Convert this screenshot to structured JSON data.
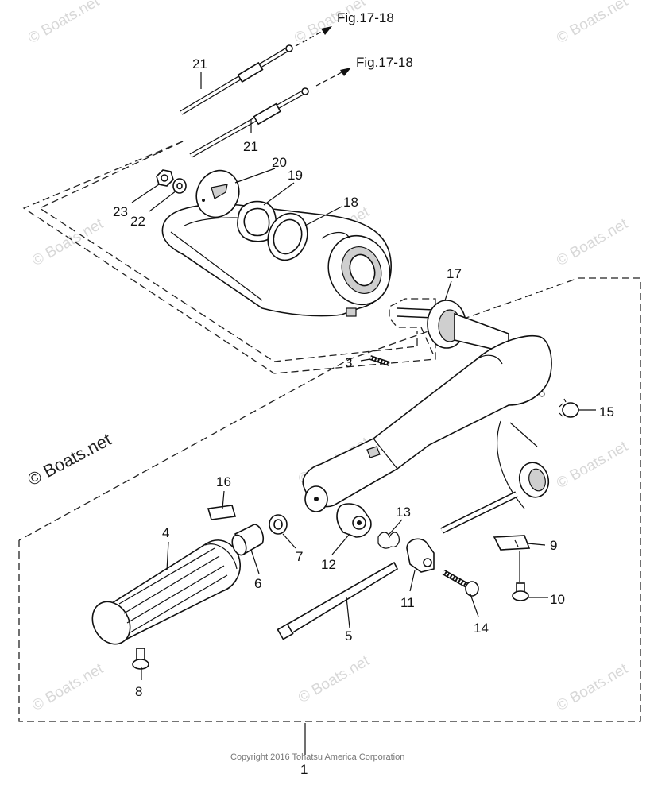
{
  "figure_refs": {
    "upper": "Fig.17-18",
    "lower": "Fig.17-18"
  },
  "callouts": {
    "p1": "1",
    "p3": "3",
    "p4": "4",
    "p5": "5",
    "p6": "6",
    "p7": "7",
    "p8": "8",
    "p9": "9",
    "p10": "10",
    "p11": "11",
    "p12": "12",
    "p13": "13",
    "p14": "14",
    "p15": "15",
    "p16": "16",
    "p17": "17",
    "p18": "18",
    "p19": "19",
    "p20": "20",
    "p21a": "21",
    "p21b": "21",
    "p22": "22",
    "p23": "23"
  },
  "watermark": {
    "main": "© Boats.net",
    "faint": "© Boats.net"
  },
  "copyright": "Copyright 2016 Tohatsu America Corporation"
}
